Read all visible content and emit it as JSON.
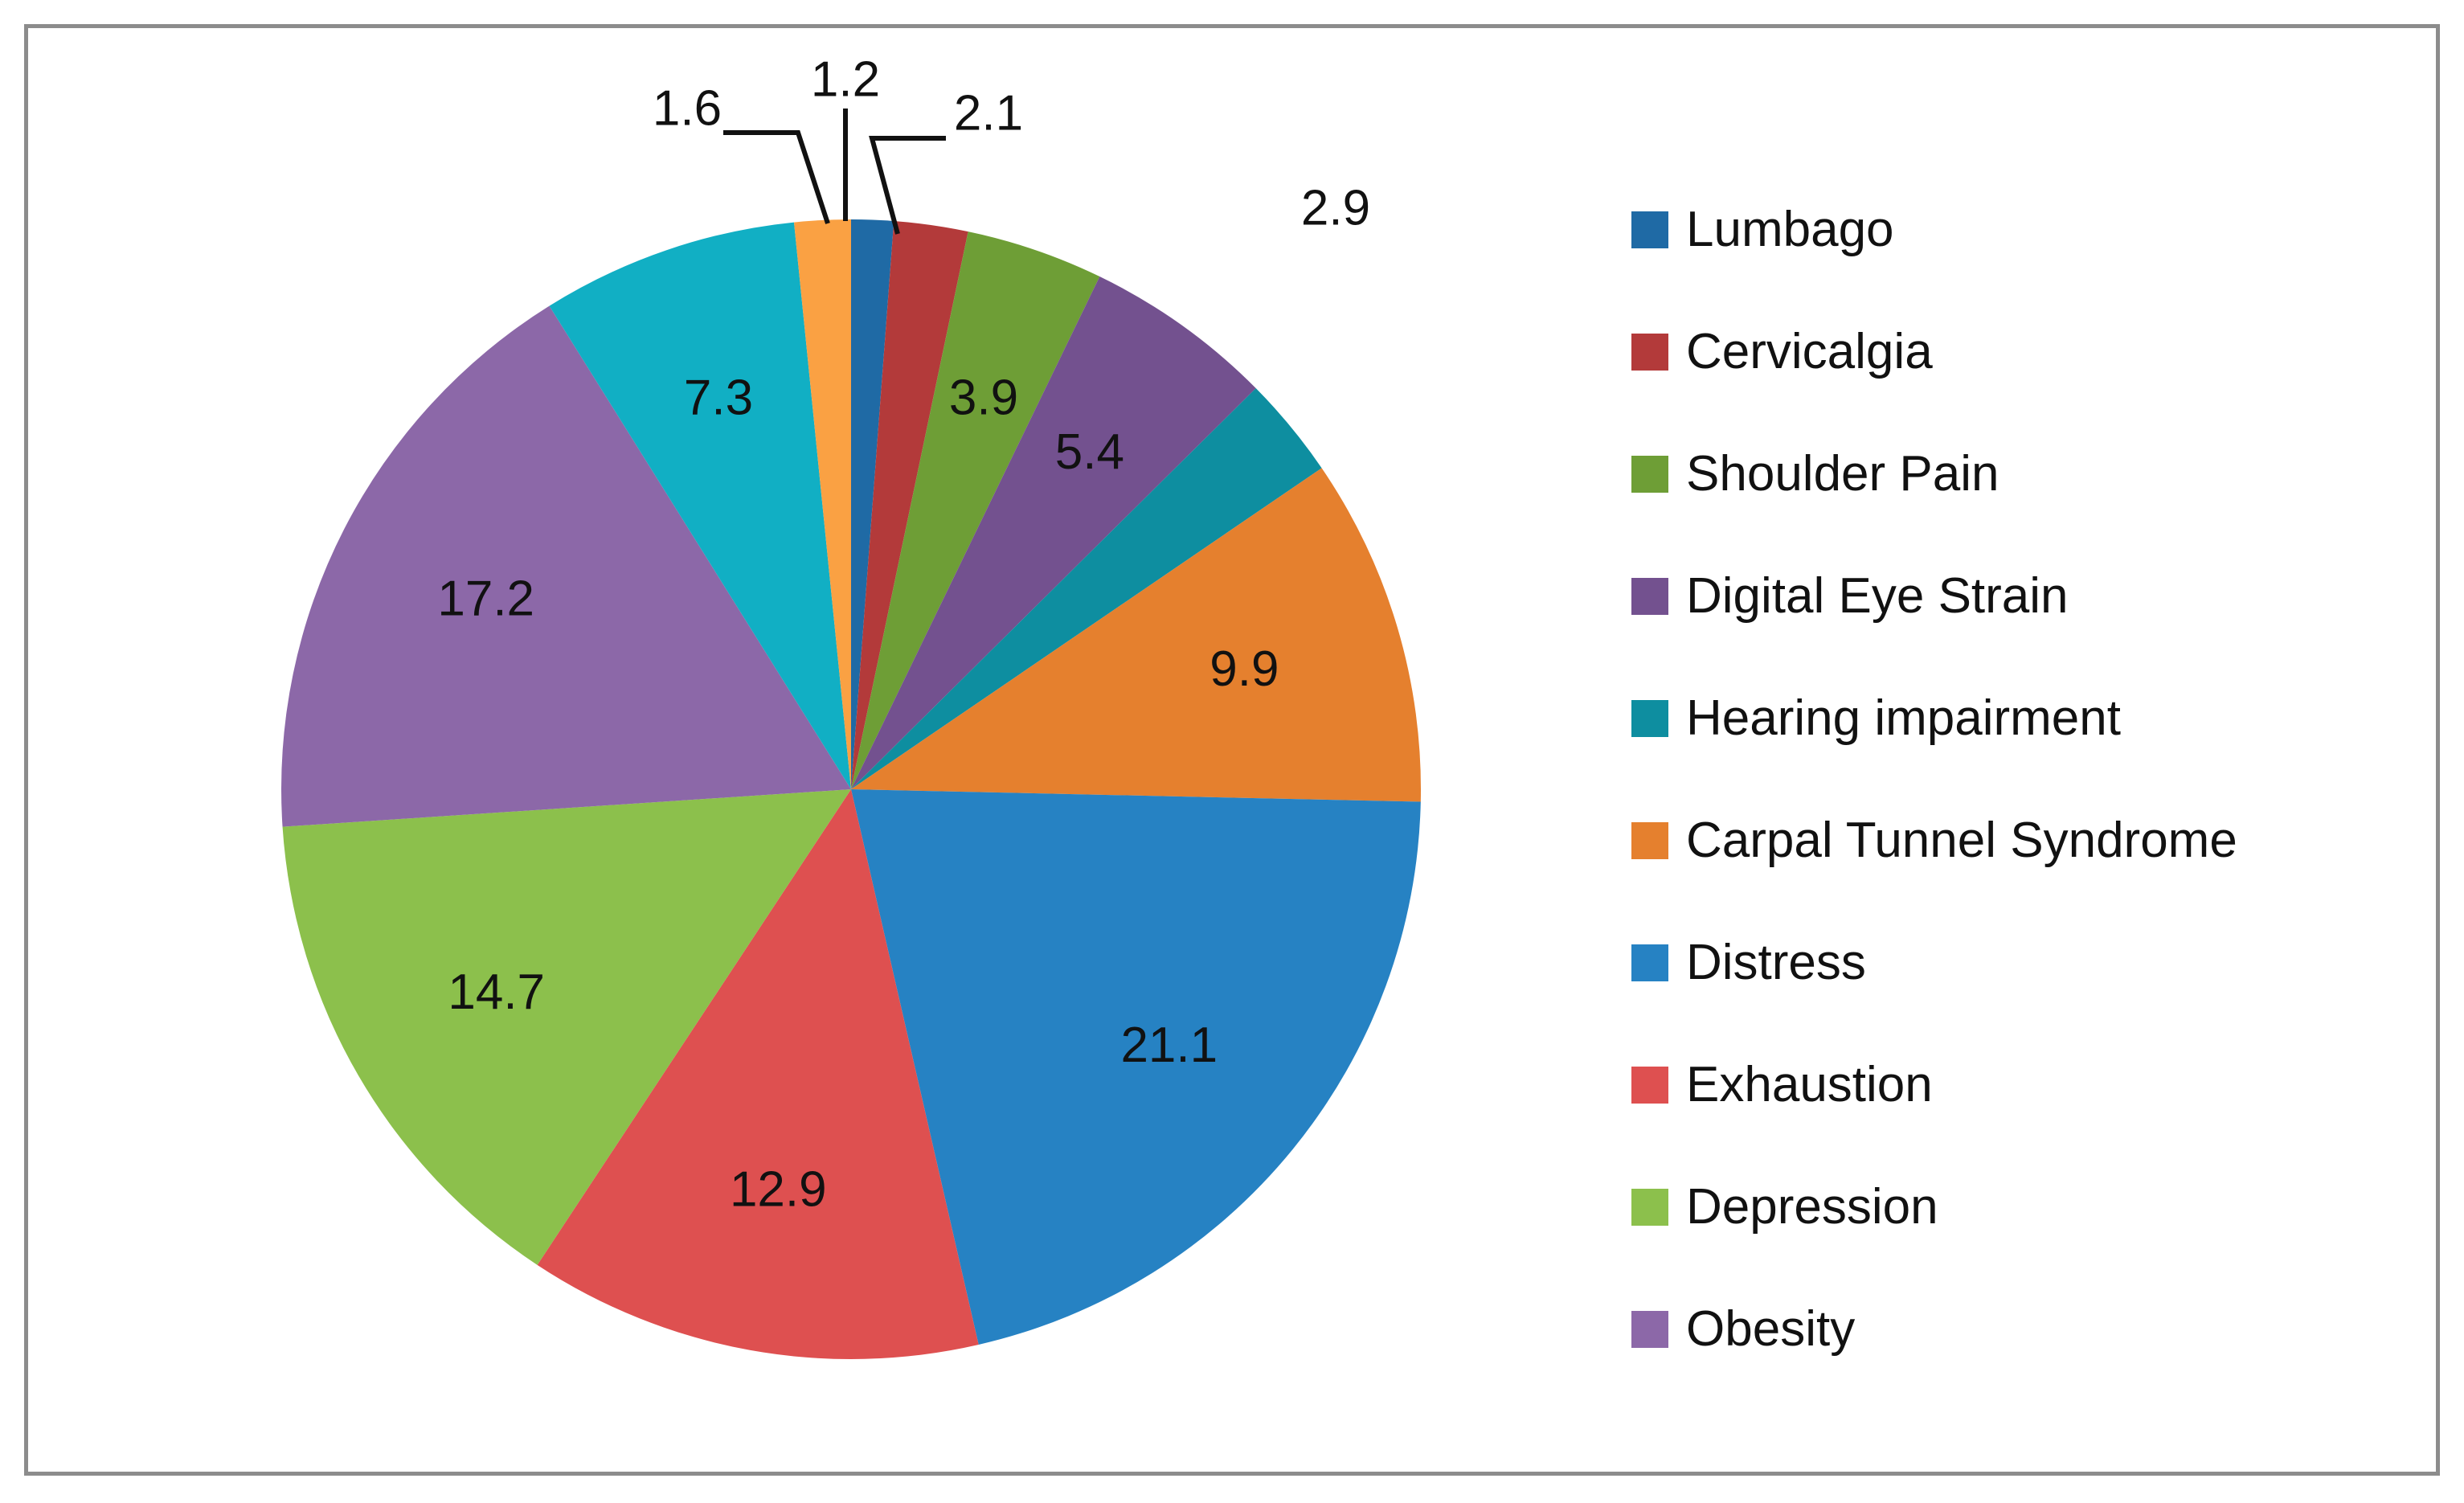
{
  "chart_data": {
    "type": "pie",
    "title": "",
    "categories": [
      "Lumbago",
      "Cervicalgia",
      "Shoulder Pain",
      "Digital Eye Strain",
      "Hearing impairment",
      "Carpal Tunnel Syndrome",
      "Distress",
      "Exhaustion",
      "Depression",
      "Obesity",
      "Hearing impairment",
      "Carpal Tunnel Syndrome"
    ],
    "values": [
      1.2,
      2.1,
      3.9,
      5.4,
      2.9,
      9.9,
      21.1,
      12.9,
      14.7,
      17.2,
      7.3,
      1.6
    ],
    "value_labels": [
      "1.2",
      "2.1",
      "3.9",
      "5.4",
      "2.9",
      "9.9",
      "21.1",
      "12.9",
      "14.7",
      "17.2",
      "7.3",
      "1.6"
    ],
    "colors": [
      "#1F6AA5",
      "#B33A3A",
      "#6E9E36",
      "#73518F",
      "#0E8EA0",
      "#E5802E",
      "#2682C3",
      "#DE5050",
      "#8CC04C",
      "#8C68A8",
      "#11AFC4",
      "#FAA143"
    ],
    "label_placement": [
      "outside",
      "outside",
      "inside",
      "inside",
      "outside",
      "inside",
      "inside",
      "inside",
      "inside",
      "inside",
      "inside",
      "outside"
    ],
    "start_angle_deg": 0,
    "direction": "clockwise",
    "total": 100.2,
    "legend_position": "right",
    "grid": false,
    "xlabel": "",
    "ylabel": ""
  },
  "legend": {
    "items": [
      {
        "label": "Lumbago",
        "color": "#1F6AA5"
      },
      {
        "label": "Cervicalgia",
        "color": "#B33A3A"
      },
      {
        "label": "Shoulder Pain",
        "color": "#6E9E36"
      },
      {
        "label": "Digital Eye Strain",
        "color": "#73518F"
      },
      {
        "label": "Hearing impairment",
        "color": "#0E8EA0"
      },
      {
        "label": "Carpal Tunnel Syndrome",
        "color": "#E5802E"
      },
      {
        "label": "Distress",
        "color": "#2682C3"
      },
      {
        "label": "Exhaustion",
        "color": "#DE5050"
      },
      {
        "label": "Depression",
        "color": "#8CC04C"
      },
      {
        "label": "Obesity",
        "color": "#8C68A8"
      }
    ]
  },
  "labels": {
    "l1": "1.2",
    "l2": "2.1",
    "l3": "3.9",
    "l4": "5.4",
    "l5": "2.9",
    "l6": "9.9",
    "l7": "21.1",
    "l8": "12.9",
    "l9": "14.7",
    "l10": "17.2",
    "l11": "7.3",
    "l12": "1.6"
  },
  "frame": {
    "border_color": "#8c8c8c",
    "background": "#ffffff"
  }
}
